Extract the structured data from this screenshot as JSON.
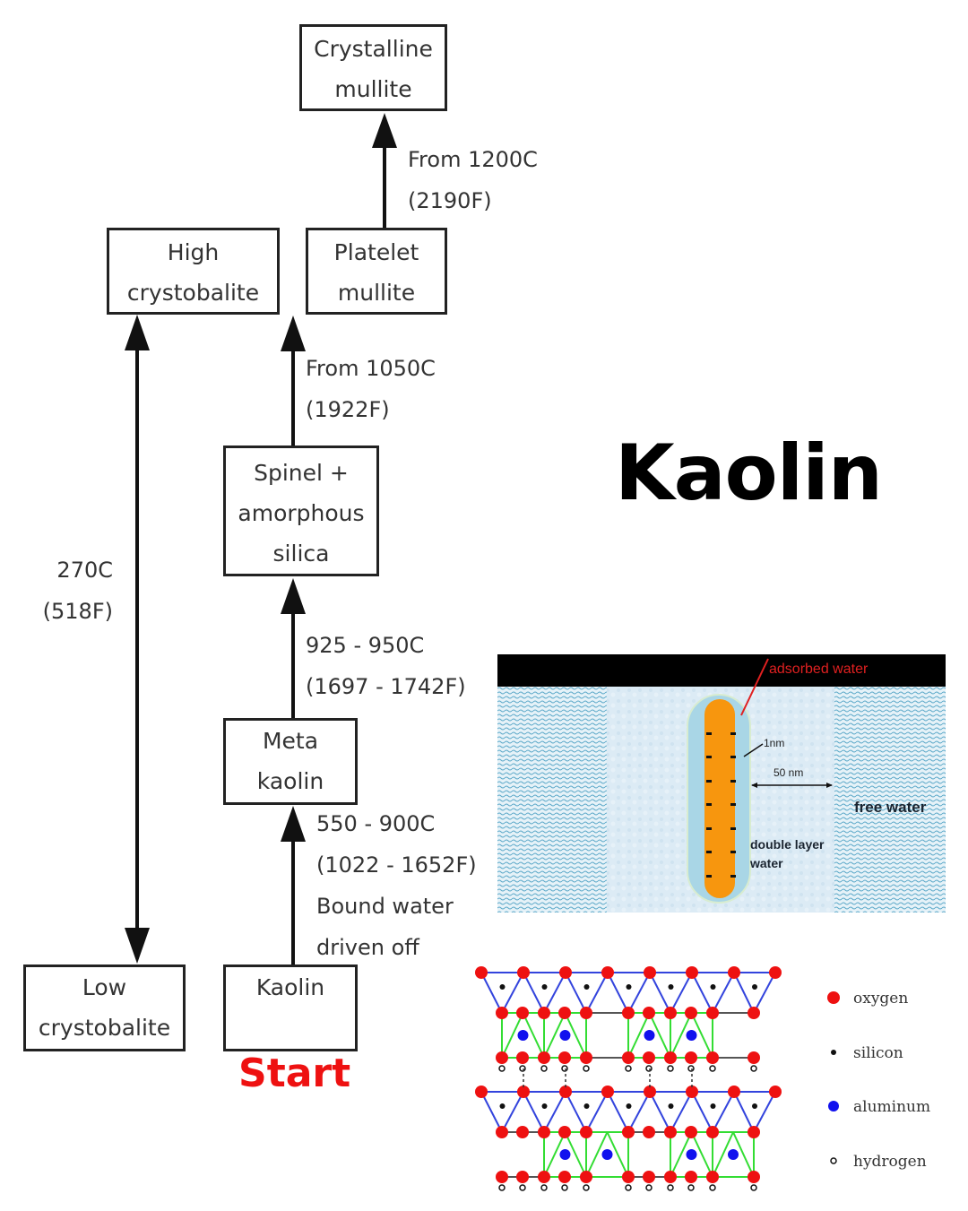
{
  "title": "Kaolin",
  "start_label": "Start",
  "flowchart": {
    "boxes": {
      "crystalline_mullite": [
        "Crystalline",
        "mullite"
      ],
      "high_crystobalite": [
        "High",
        "crystobalite"
      ],
      "platelet_mullite": [
        "Platelet",
        "mullite"
      ],
      "spinel": [
        "Spinel +",
        "amorphous",
        "silica"
      ],
      "meta_kaolin": [
        "Meta",
        "kaolin"
      ],
      "low_crystobalite": [
        "Low",
        "crystobalite"
      ],
      "kaolin": [
        "Kaolin"
      ]
    },
    "transitions": {
      "platelet_to_crystalline": [
        "From 1200C",
        "(2190F)"
      ],
      "spinel_to_platelet": [
        "From 1050C",
        "(1922F)"
      ],
      "meta_to_spinel": [
        "925 - 950C",
        "(1697 - 1742F)"
      ],
      "kaolin_to_meta": [
        "550 - 900C",
        "(1022 - 1652F)",
        "Bound water",
        "driven off"
      ],
      "crystobalite_inversion": [
        "270C",
        "(518F)"
      ]
    }
  },
  "water_diagram": {
    "labels": {
      "adsorbed": "adsorbed water",
      "thickness": "1nm",
      "distance": "50 nm",
      "free": "free water",
      "double_layer_1": "double layer",
      "double_layer_2": "water"
    },
    "colors": {
      "particle": "#f7960e",
      "adsorbed_label": "#e02020",
      "band": "#000000"
    }
  },
  "structure_legend": {
    "items": [
      {
        "label": "oxygen",
        "color": "#ee1111"
      },
      {
        "label": "silicon",
        "color": "#111111"
      },
      {
        "label": "aluminum",
        "color": "#1111ee"
      },
      {
        "label": "hydrogen",
        "color": "#ffffff"
      }
    ]
  }
}
